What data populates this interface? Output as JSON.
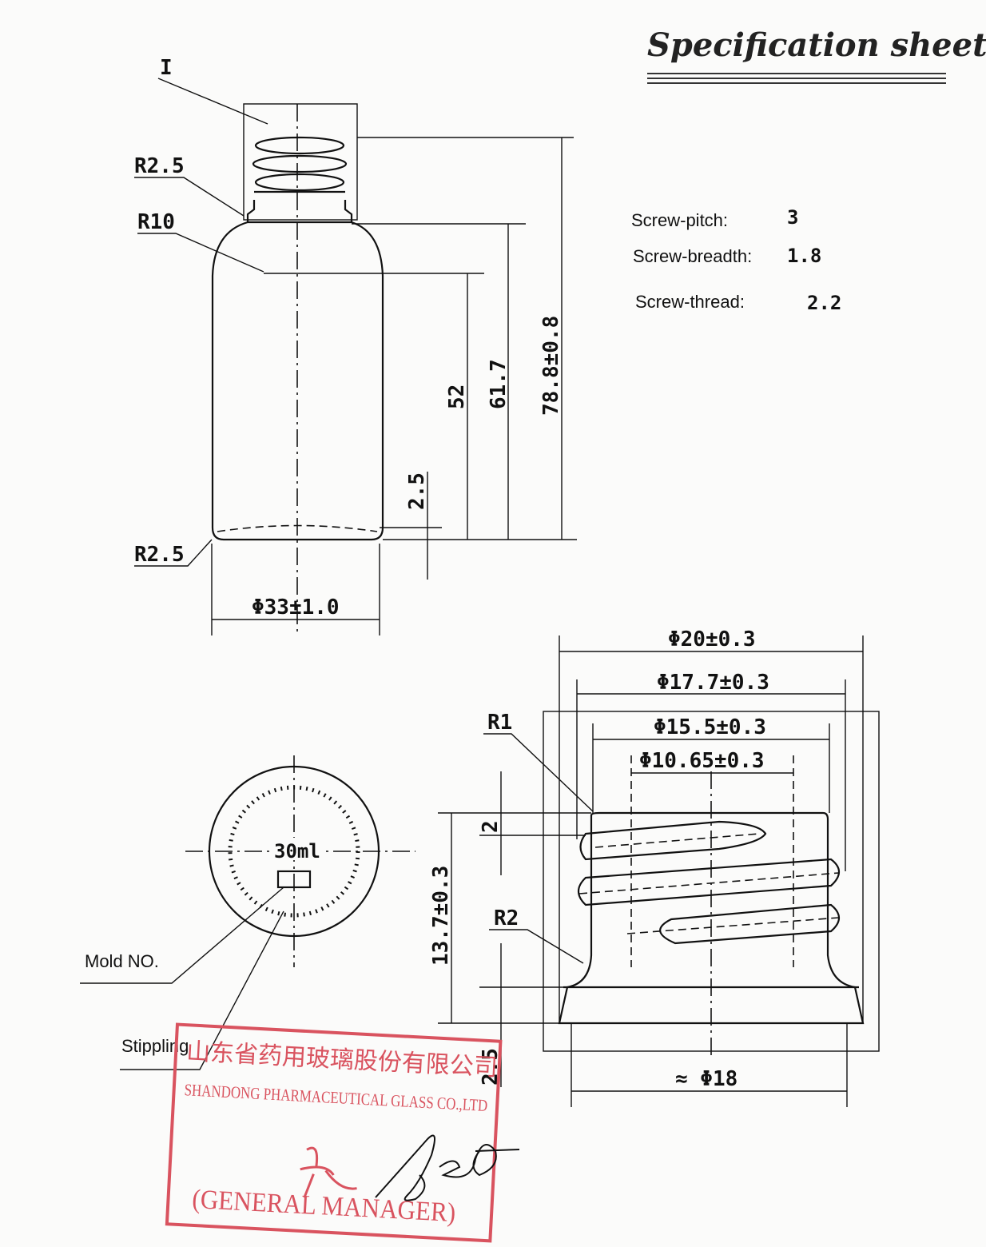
{
  "title": "Specification sheet",
  "specs": [
    {
      "label": "Screw-pitch:",
      "value": "3"
    },
    {
      "label": "Screw-breadth:",
      "value": "1.8"
    },
    {
      "label": "Screw-thread:",
      "value": "2.2"
    }
  ],
  "bottle_view": {
    "detail_marker": "I",
    "labels": {
      "r_neck": "R2.5",
      "r_shoulder": "R10",
      "r_base": "R2.5"
    },
    "dims": {
      "total_height": "78.8±0.8",
      "shoulder_height": "61.7",
      "body_height": "52",
      "base_height": "2.5",
      "diameter": "Φ33±1.0"
    }
  },
  "bottom_view": {
    "capacity": "30ml",
    "mold_label": "Mold NO.",
    "stippling_label": "Stippling"
  },
  "neck_detail": {
    "dims": {
      "d_outer": "Φ20±0.3",
      "d_thread": "Φ17.7±0.3",
      "d_neck": "Φ15.5±0.3",
      "d_bore": "Φ10.65±0.3",
      "d_base": "≈ Φ18",
      "height": "13.7±0.3",
      "thread_offset": "2",
      "base_step": "2.5"
    },
    "labels": {
      "r1": "R1",
      "r2": "R2"
    }
  },
  "stamp": {
    "company_cn": "山东省药用玻璃股份有限公司",
    "company_en": "SHANDONG PHARMACEUTICAL GLASS CO.,LTD",
    "role": "(GENERAL MANAGER)",
    "stamp_color": "#d9535f"
  }
}
